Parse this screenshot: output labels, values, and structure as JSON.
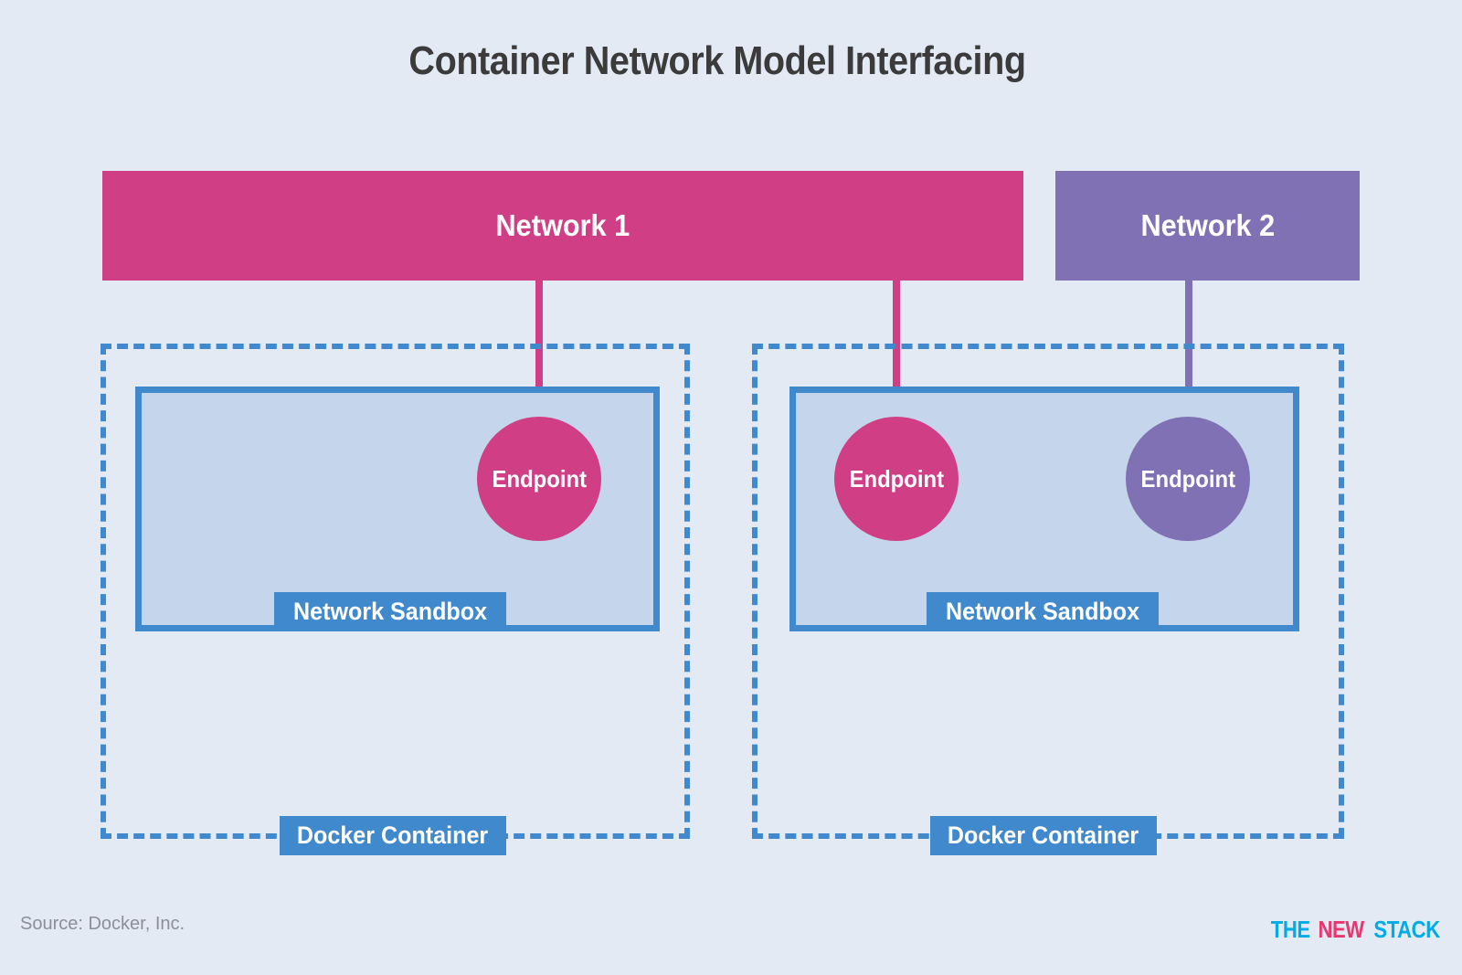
{
  "title": "Container Network Model Interfacing",
  "colors": {
    "background": "#e3eaf4",
    "network1": "#d03e85",
    "network2": "#8070b4",
    "blue": "#4189cd",
    "sandbox_fill": "#c4d5ec",
    "title_text": "#3b3b3b",
    "source_text": "#8a8f98",
    "logo_cyan": "#00ace3",
    "logo_magenta": "#e8366f"
  },
  "networks": [
    {
      "label": "Network 1",
      "color": "#d03e85"
    },
    {
      "label": "Network 2",
      "color": "#8070b4"
    }
  ],
  "containers": [
    {
      "label": "Docker Container",
      "sandbox_label": "Network Sandbox",
      "endpoints": [
        {
          "label": "Endpoint",
          "network": "Network 1",
          "color": "#d03e85"
        }
      ]
    },
    {
      "label": "Docker Container",
      "sandbox_label": "Network Sandbox",
      "endpoints": [
        {
          "label": "Endpoint",
          "network": "Network 1",
          "color": "#d03e85"
        },
        {
          "label": "Endpoint",
          "network": "Network 2",
          "color": "#8070b4"
        }
      ]
    }
  ],
  "footer": {
    "source": "Source: Docker, Inc.",
    "logo": {
      "part1": "THE",
      "part2": "NEW",
      "part3": "STACK"
    }
  }
}
